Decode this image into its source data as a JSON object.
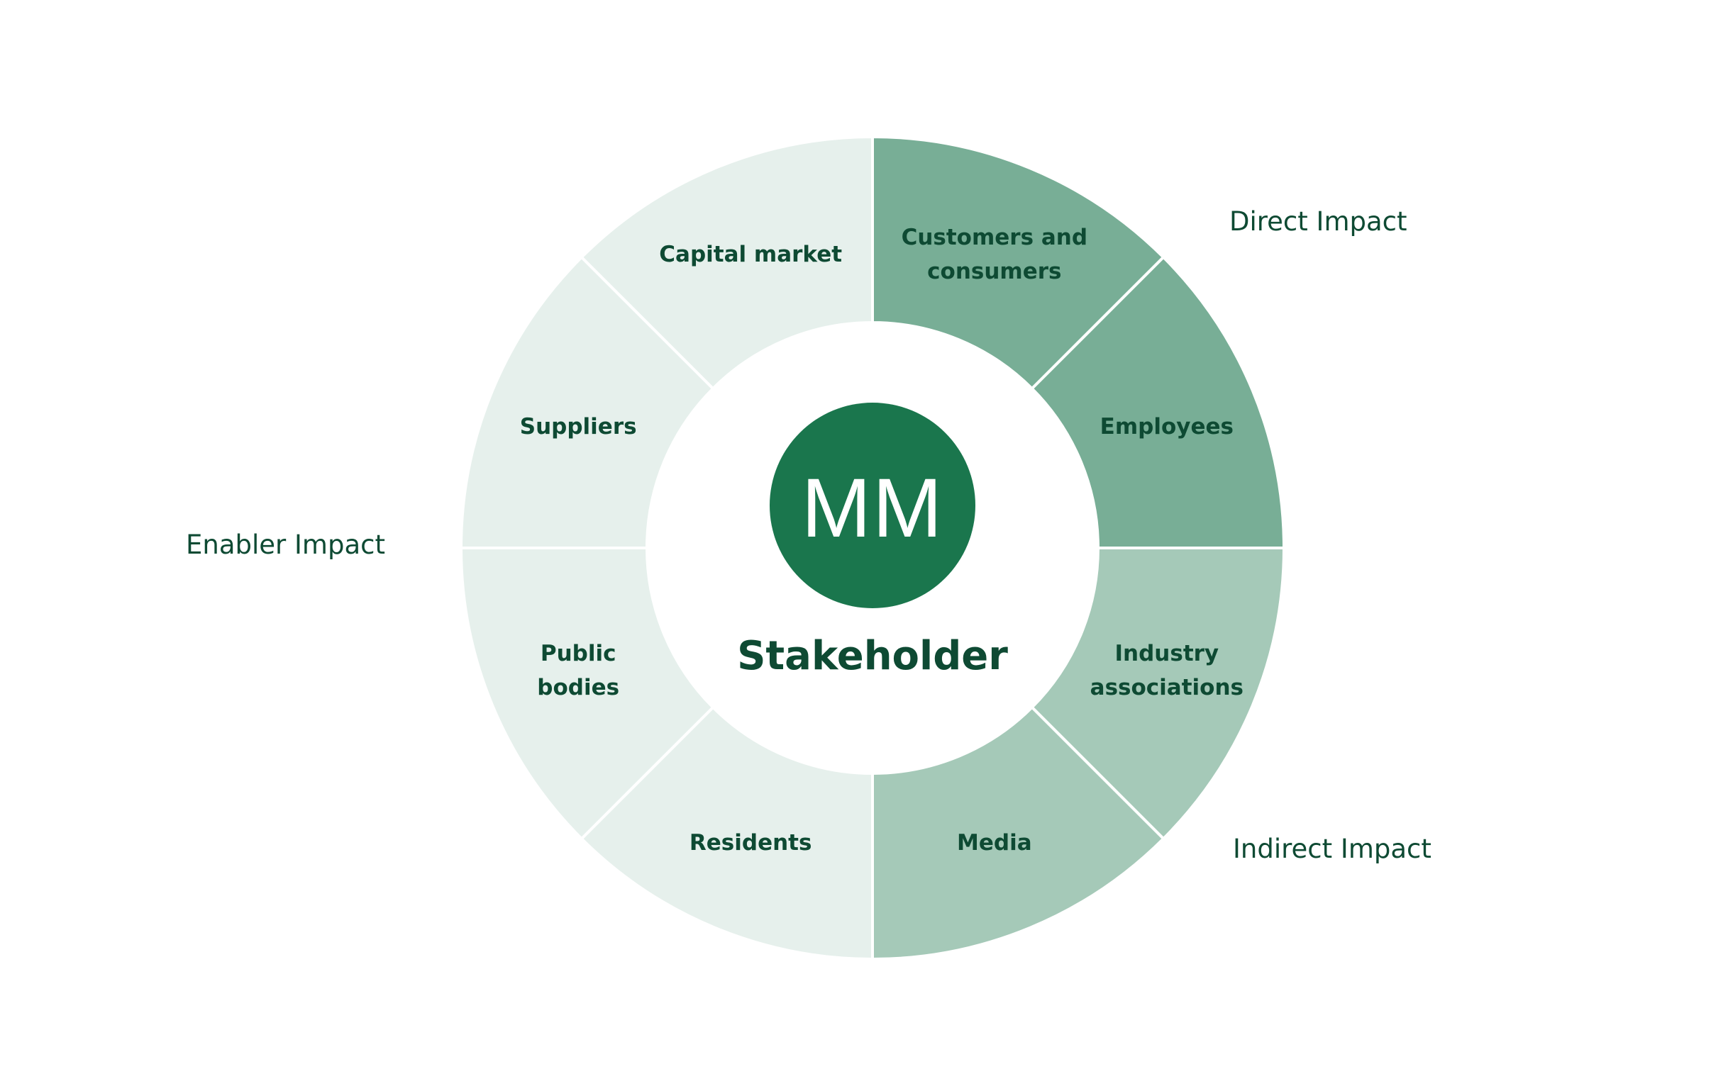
{
  "colors": {
    "direct": "#78ae96",
    "indirect": "#a5c9b8",
    "enabler": "#e6f0ec",
    "text": "#0e4a33",
    "logo_bg": "#1a764d",
    "logo_text": "#ffffff"
  },
  "logo": {
    "text": "MM"
  },
  "center_title": "Stakeholder",
  "groups": {
    "direct": "Direct Impact",
    "indirect": "Indirect Impact",
    "enabler": "Enabler Impact"
  },
  "segments": [
    {
      "group": "direct",
      "lines": [
        "Customers and",
        "consumers"
      ]
    },
    {
      "group": "direct",
      "lines": [
        "Employees"
      ]
    },
    {
      "group": "indirect",
      "lines": [
        "Industry",
        "associations"
      ]
    },
    {
      "group": "indirect",
      "lines": [
        "Media"
      ]
    },
    {
      "group": "enabler",
      "lines": [
        "Residents"
      ]
    },
    {
      "group": "enabler",
      "lines": [
        "Public",
        "bodies"
      ]
    },
    {
      "group": "enabler",
      "lines": [
        "Suppliers"
      ]
    },
    {
      "group": "enabler",
      "lines": [
        "Capital market"
      ]
    }
  ]
}
